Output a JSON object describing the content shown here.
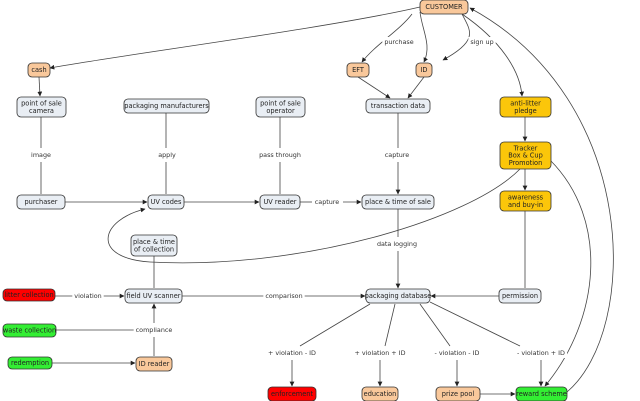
{
  "colors": {
    "peach": "#f9c89b",
    "blue_grey": "#e9eef4",
    "gold": "#fbc60a",
    "red": "#ff0000",
    "green": "#33ee33",
    "line": "#444444"
  },
  "nodes": [
    {
      "id": "customer",
      "lines": [
        "CUSTOMER"
      ],
      "color": "peach"
    },
    {
      "id": "cash",
      "lines": [
        "cash"
      ],
      "color": "peach"
    },
    {
      "id": "eft",
      "lines": [
        "EFT"
      ],
      "color": "peach"
    },
    {
      "id": "id",
      "lines": [
        "ID"
      ],
      "color": "peach"
    },
    {
      "id": "pos_camera",
      "lines": [
        "point of sale",
        "camera"
      ],
      "color": "blue_grey"
    },
    {
      "id": "packaging_manufacturers",
      "lines": [
        "packaging manufacturers"
      ],
      "color": "blue_grey"
    },
    {
      "id": "pos_operator",
      "lines": [
        "point of sale",
        "operator"
      ],
      "color": "blue_grey"
    },
    {
      "id": "transaction_data",
      "lines": [
        "transaction data"
      ],
      "color": "blue_grey"
    },
    {
      "id": "anti_litter",
      "lines": [
        "anti-litter",
        "pledge"
      ],
      "color": "gold"
    },
    {
      "id": "tracker",
      "lines": [
        "Tracker",
        "Box & Cup",
        "Promotion"
      ],
      "color": "gold"
    },
    {
      "id": "awareness",
      "lines": [
        "awareness",
        "and buy-in"
      ],
      "color": "gold"
    },
    {
      "id": "purchaser",
      "lines": [
        "purchaser"
      ],
      "color": "blue_grey"
    },
    {
      "id": "uv_codes",
      "lines": [
        "UV codes"
      ],
      "color": "blue_grey"
    },
    {
      "id": "uv_reader",
      "lines": [
        "UV reader"
      ],
      "color": "blue_grey"
    },
    {
      "id": "place_time_sale",
      "lines": [
        "place & time of sale"
      ],
      "color": "blue_grey"
    },
    {
      "id": "place_time_collection",
      "lines": [
        "place & time",
        "of collection"
      ],
      "color": "blue_grey"
    },
    {
      "id": "litter_collection",
      "lines": [
        "litter collection"
      ],
      "color": "red"
    },
    {
      "id": "field_uv_scanner",
      "lines": [
        "field UV scanner"
      ],
      "color": "blue_grey"
    },
    {
      "id": "packaging_database",
      "lines": [
        "packaging database"
      ],
      "color": "blue_grey"
    },
    {
      "id": "permission",
      "lines": [
        "permission"
      ],
      "color": "blue_grey"
    },
    {
      "id": "waste_collection",
      "lines": [
        "waste collection"
      ],
      "color": "green"
    },
    {
      "id": "redemption",
      "lines": [
        "redemption"
      ],
      "color": "green"
    },
    {
      "id": "id_reader",
      "lines": [
        "ID reader"
      ],
      "color": "peach"
    },
    {
      "id": "enforcement",
      "lines": [
        "enforcement"
      ],
      "color": "red"
    },
    {
      "id": "education",
      "lines": [
        "education"
      ],
      "color": "peach"
    },
    {
      "id": "prize_pool",
      "lines": [
        "prize pool"
      ],
      "color": "peach"
    },
    {
      "id": "reward_scheme",
      "lines": [
        "reward scheme"
      ],
      "color": "green"
    }
  ],
  "labels": [
    {
      "id": "purchase",
      "text": "purchase"
    },
    {
      "id": "sign_up",
      "text": "sign up"
    },
    {
      "id": "image",
      "text": "image"
    },
    {
      "id": "apply",
      "text": "apply"
    },
    {
      "id": "pass_through",
      "text": "pass through"
    },
    {
      "id": "capture_top",
      "text": "capture"
    },
    {
      "id": "capture_mid",
      "text": "capture"
    },
    {
      "id": "data_logging",
      "text": "data logging"
    },
    {
      "id": "violation",
      "text": "violation"
    },
    {
      "id": "comparison",
      "text": "comparison"
    },
    {
      "id": "compliance",
      "text": "compliance"
    },
    {
      "id": "plus_violation_minus_id",
      "text": "+ violation - ID"
    },
    {
      "id": "plus_violation_plus_id",
      "text": "+ violation + ID"
    },
    {
      "id": "minus_violation_minus_id",
      "text": "- violation  - ID"
    },
    {
      "id": "minus_violation_plus_id",
      "text": "- violation + ID"
    }
  ]
}
